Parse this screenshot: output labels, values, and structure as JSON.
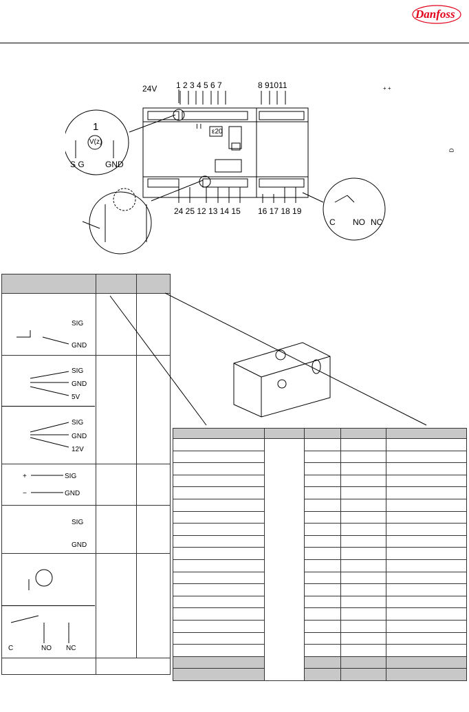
{
  "brand": {
    "logo_text": "Danfoss",
    "color": "#e2001a"
  },
  "terminals": {
    "top_supply": "24V",
    "top_left_numbers": "1 2 3 4 5 6 7",
    "top_right_numbers": "8 91011",
    "bottom_left_numbers": "24 25   12 13 14 15",
    "bottom_right_numbers": "16 17 18 19"
  },
  "detail_circles": {
    "analog_input": {
      "number": "1",
      "symbol": "V(z)",
      "left": "S G",
      "right": "GND"
    },
    "relay": {
      "c": "C",
      "no": "NO",
      "nc": "NC"
    }
  },
  "module": {
    "small_label": "ε20",
    "inner_mark": "I I"
  },
  "side_marks": {
    "top": "+ +",
    "small": "D"
  },
  "sensor_table": {
    "panels": [
      {
        "labels": [
          "SIG",
          "GND"
        ]
      },
      {
        "labels": [
          "SIG",
          "GND",
          "5V"
        ]
      },
      {
        "labels": [
          "SIG",
          "GND",
          "12V"
        ]
      },
      {
        "labels": [
          "SIG",
          "GND"
        ],
        "polarity": [
          "+",
          "−"
        ]
      },
      {
        "labels": [
          "SIG",
          "GND"
        ]
      },
      {
        "labels": [
          "C",
          "NO",
          "NC"
        ]
      }
    ]
  },
  "lower_table_rows": 21
}
